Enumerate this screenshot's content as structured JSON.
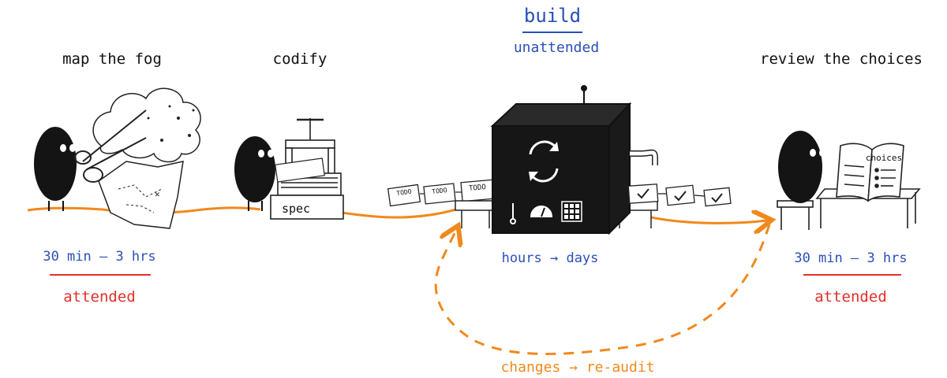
{
  "stages": {
    "map": {
      "title": "map the fog",
      "time": "30 min – 3 hrs",
      "mode": "attended"
    },
    "codify": {
      "title": "codify",
      "press_label": "spec"
    },
    "build": {
      "title": "build",
      "subtitle": "unattended",
      "time": "hours → days",
      "todo_label": "TODO"
    },
    "review": {
      "title": "review the choices",
      "time": "30 min – 3 hrs",
      "mode": "attended",
      "book_label": "choices"
    }
  },
  "loop": {
    "label": "changes → re-audit"
  },
  "colors": {
    "flow": "#f0891c",
    "blue": "#2a4fb8",
    "red": "#e0302a",
    "ink": "#111111"
  }
}
